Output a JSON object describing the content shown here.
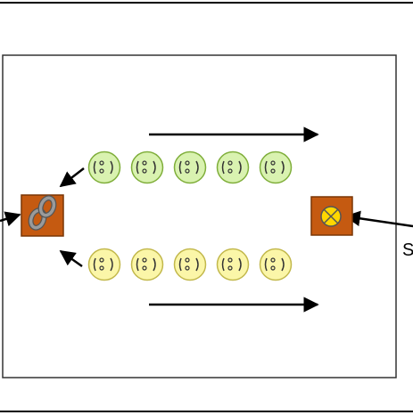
{
  "colors": {
    "background": "#ffffff",
    "frame": "#000000",
    "arena_border": "#333333",
    "box_fill": "#c55a11",
    "box_stroke": "#7a3606",
    "chain_fill": "#808080",
    "lamp_fill": "#ffd700",
    "face_green": "#d9f2b0",
    "face_green_stroke": "#7fae3a",
    "face_yellow": "#fbf6a8",
    "face_yellow_stroke": "#c2b84c",
    "arrow": "#000000"
  },
  "icons": {
    "left_box": "chain-link-icon",
    "right_box": "lamp-icon",
    "face": "smiley-face-icon"
  },
  "groups": [
    {
      "name": "green-row",
      "count": 5
    },
    {
      "name": "yellow-row",
      "count": 5
    }
  ],
  "labels": {
    "cut_off_label": "S"
  }
}
